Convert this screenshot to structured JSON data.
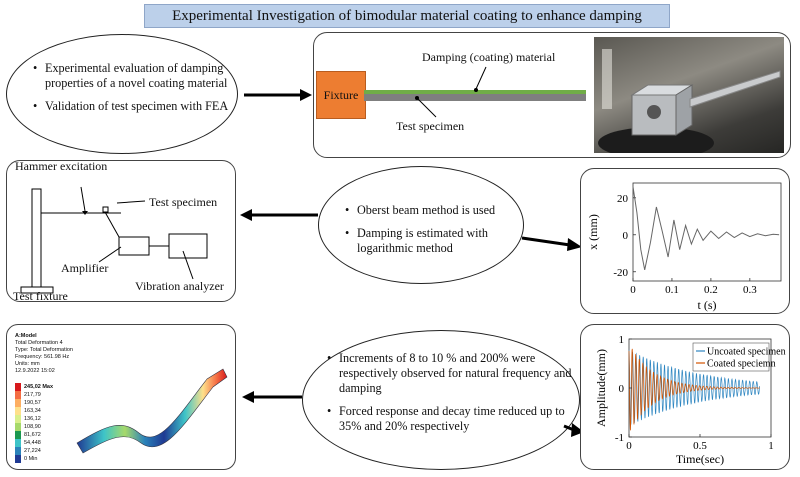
{
  "title": "Experimental Investigation of bimodular material coating to enhance damping",
  "intro": {
    "bullets": [
      "Experimental evaluation of damping properties of a novel coating material",
      "Validation of test specimen with FEA"
    ]
  },
  "specimen_panel": {
    "fixture_label": "Fixture",
    "coating_label": "Damping (coating) material",
    "specimen_label": "Test specimen",
    "colors": {
      "fixture": "#ed7d31",
      "coating": "#70ad47",
      "specimen": "#7f7f7f"
    }
  },
  "setup_panel": {
    "hammer_label": "Hammer excitation",
    "specimen_label": "Test specimen",
    "amplifier_label": "Amplifier",
    "analyzer_label": "Vibration analyzer",
    "fixture_label": "Test fixture"
  },
  "method": {
    "bullets": [
      "Oberst beam method is used",
      "Damping is estimated with logarithmic method"
    ]
  },
  "results": {
    "bullets": [
      "Increments of 8 to 10 % and 200% were respectively observed for natural frequency and damping",
      "Forced response and decay time reduced up to 35% and 20% respectively"
    ]
  },
  "fea_panel": {
    "header": [
      "A:Model",
      "Total Deformation 4",
      "Type: Total Deformation",
      "Frequency: 561.98 Hz",
      "Units: mm",
      "12.9.2022 15:02"
    ],
    "legend_values": [
      "245,02 Max",
      "217,79",
      "190,57",
      "163,34",
      "136,12",
      "108,90",
      "81,672",
      "54,448",
      "27,224",
      "0 Min"
    ],
    "legend_colors": [
      "#d7191c",
      "#f46d43",
      "#fdae61",
      "#fee08b",
      "#d9ef8b",
      "#a6d96a",
      "#1a9850",
      "#3ec4c8",
      "#2b83ba",
      "#1f3a93"
    ]
  },
  "chart_data": [
    {
      "type": "line",
      "title": "",
      "xlabel": "t (s)",
      "ylabel": "x (mm)",
      "xlim": [
        0,
        0.38
      ],
      "ylim": [
        -25,
        28
      ],
      "xticks": [
        0,
        0.1,
        0.2,
        0.3
      ],
      "yticks": [
        -20,
        0,
        20
      ],
      "series": [
        {
          "x": [
            0,
            0.01,
            0.02,
            0.03,
            0.045,
            0.06,
            0.075,
            0.09,
            0.105,
            0.12,
            0.135,
            0.15,
            0.165,
            0.18,
            0.2,
            0.22,
            0.24,
            0.26,
            0.28,
            0.3,
            0.32,
            0.34,
            0.36,
            0.375
          ],
          "values": [
            26,
            12,
            -8,
            -19,
            -4,
            15,
            2,
            -12,
            8,
            -8,
            5,
            -5,
            3,
            -3,
            2,
            -2,
            1.5,
            -1.5,
            1,
            -1,
            0.5,
            -0.5,
            0.3,
            0
          ]
        }
      ],
      "legend": "none"
    },
    {
      "type": "line",
      "title": "",
      "xlabel": "Time(sec)",
      "ylabel": "Amplitude(mm)",
      "xlim": [
        0,
        1
      ],
      "ylim": [
        -1,
        1
      ],
      "xticks": [
        0,
        0.5,
        1
      ],
      "yticks": [
        -1,
        0,
        1
      ],
      "legend": "top-right",
      "series": [
        {
          "name": "Uncoated specimen",
          "color": "#2e86c1",
          "decay": 2.0,
          "cycles": 40
        },
        {
          "name": "Coated speciemn",
          "color": "#d35400",
          "decay": 6.0,
          "cycles": 40
        }
      ]
    }
  ]
}
